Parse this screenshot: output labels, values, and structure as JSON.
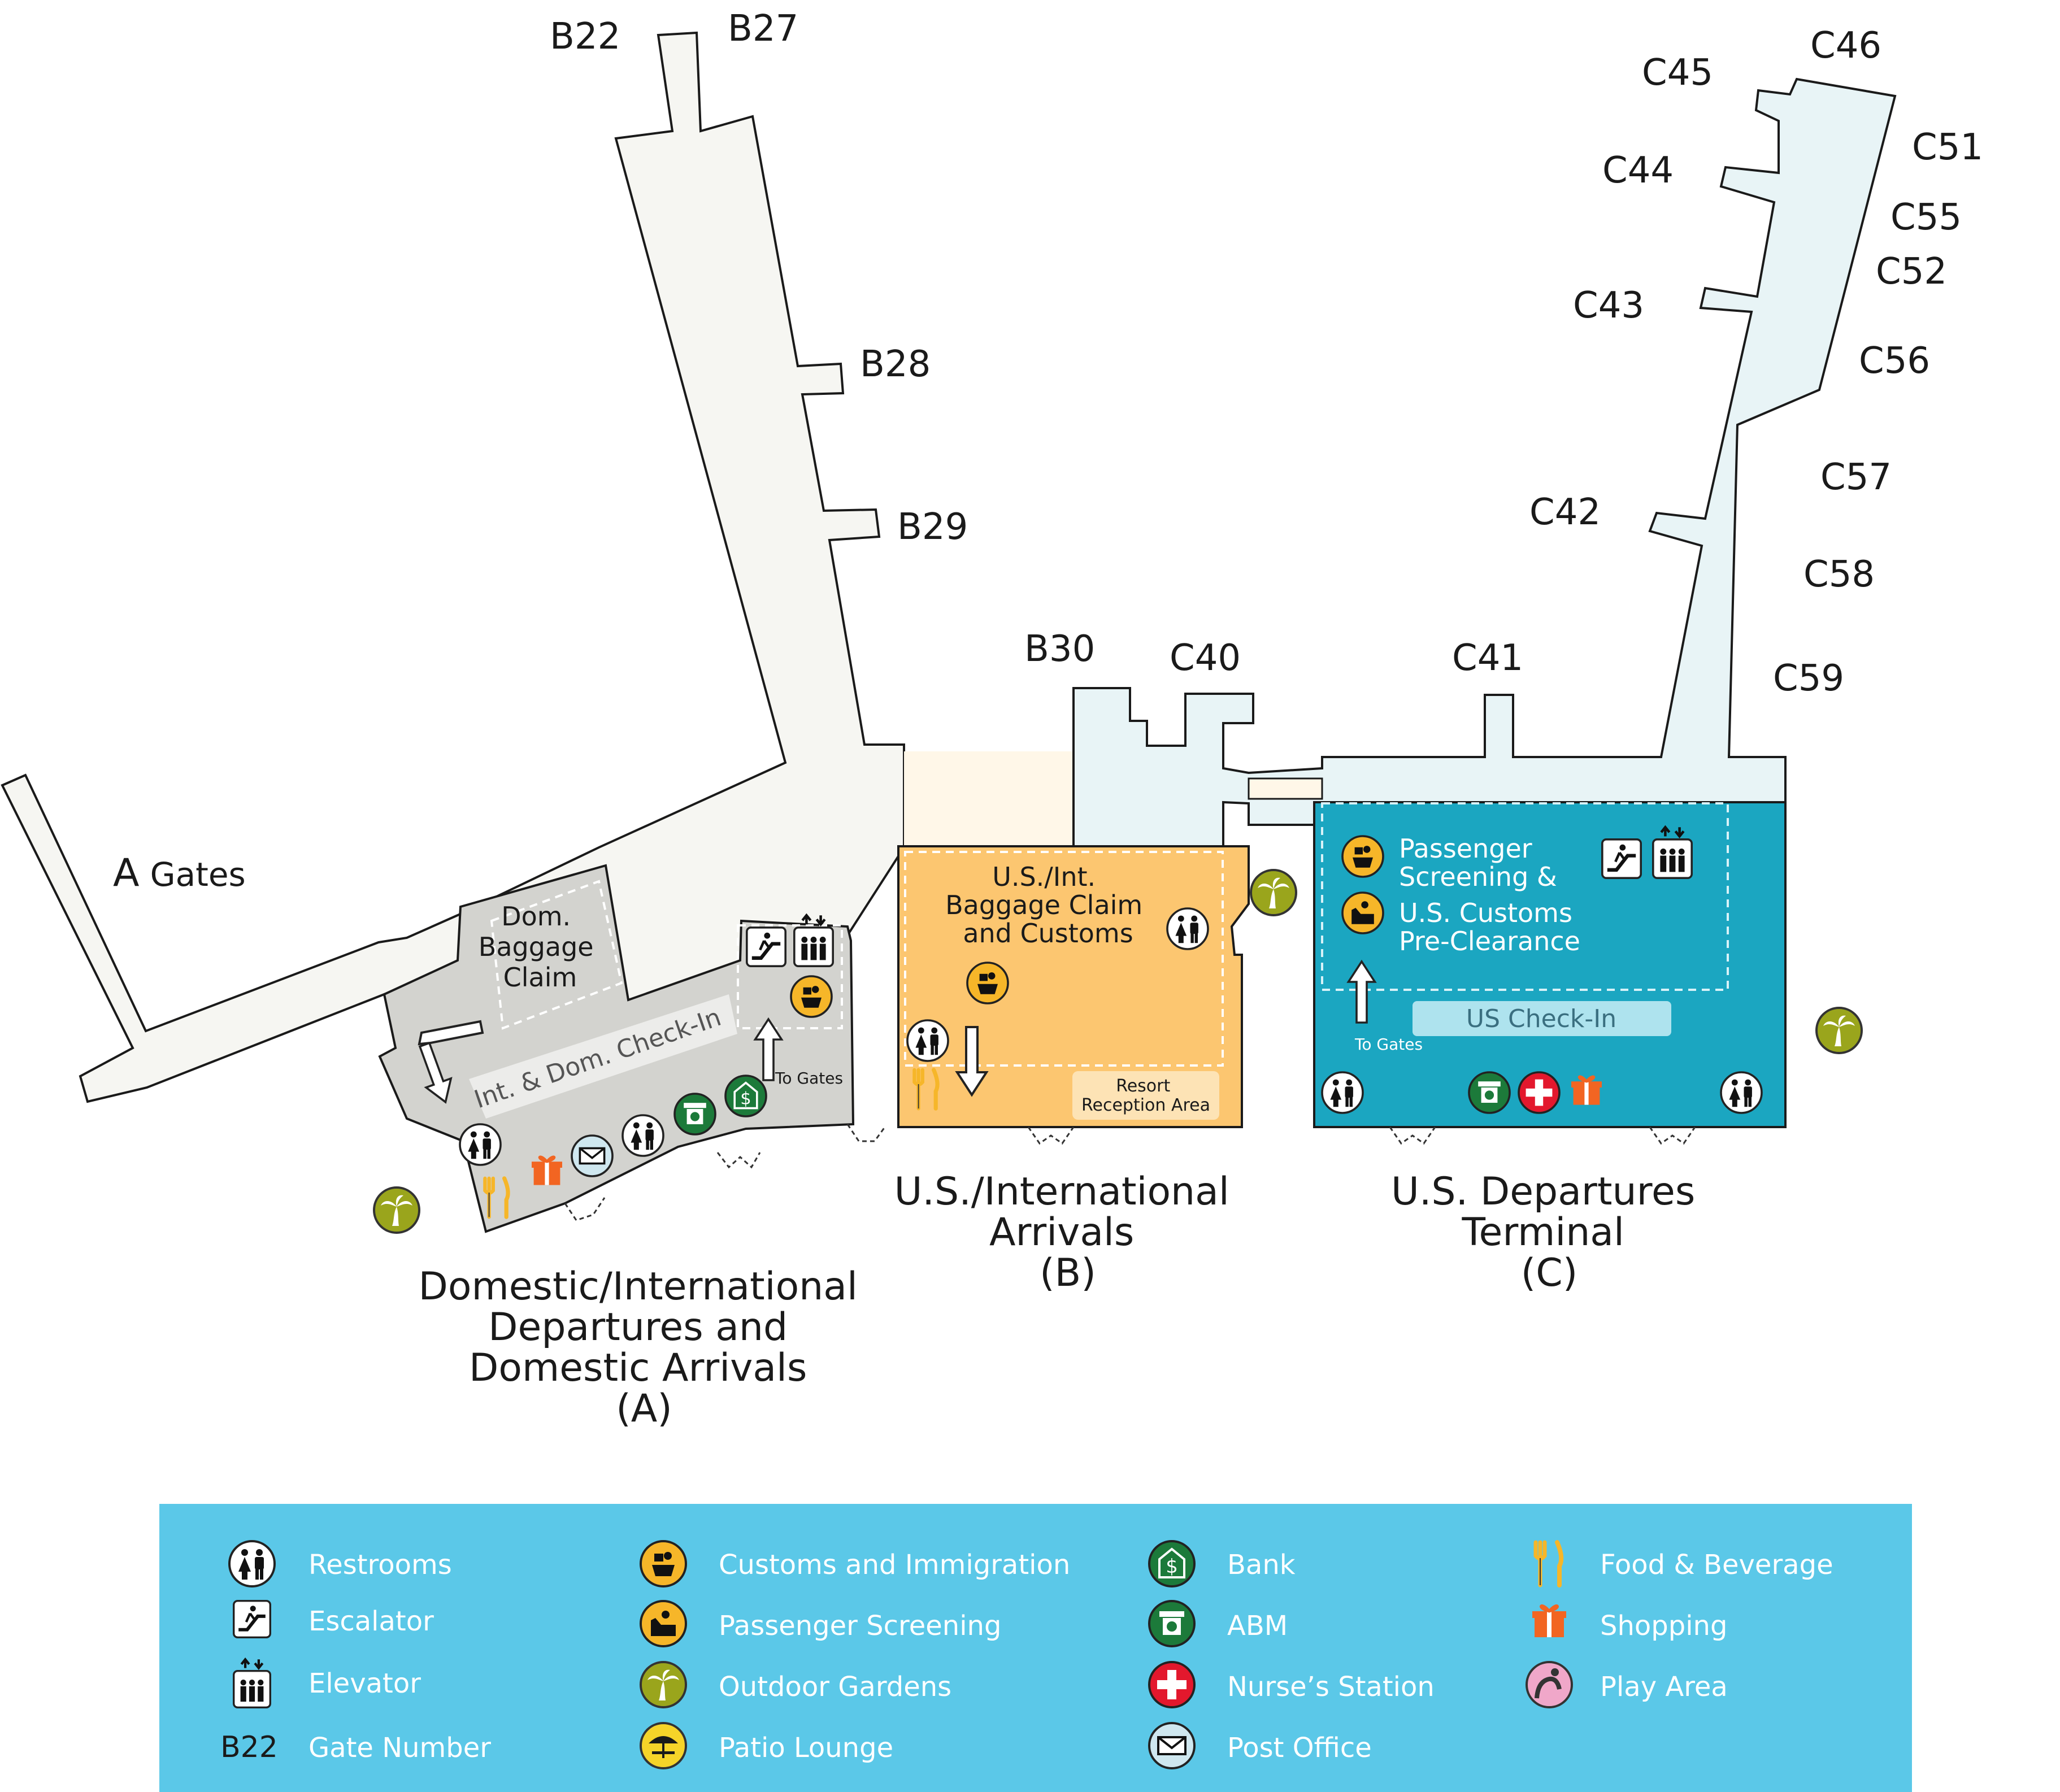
{
  "gates": {
    "B22": "B22",
    "B27": "B27",
    "B28": "B28",
    "B29": "B29",
    "B30": "B30",
    "C40": "C40",
    "C41": "C41",
    "C42": "C42",
    "C43": "C43",
    "C44": "C44",
    "C45": "C45",
    "C46": "C46",
    "C51": "C51",
    "C55": "C55",
    "C52": "C52",
    "C56": "C56",
    "C57": "C57",
    "C58": "C58",
    "C59": "C59"
  },
  "a_gates": {
    "letter": "A",
    "word": "Gates"
  },
  "areas": {
    "dom_baggage": [
      "Dom.",
      "Baggage",
      "Claim"
    ],
    "checkin_a": "Int. & Dom. Check-In",
    "to_gates": "To Gates",
    "us_baggage": [
      "U.S./Int.",
      "Baggage Claim",
      "and Customs"
    ],
    "resort": [
      "Resort",
      "Reception Area"
    ],
    "screening": [
      "Passenger",
      "Screening &",
      "U.S. Customs",
      "Pre-Clearance"
    ],
    "us_checkin": "US Check-In"
  },
  "terminals": {
    "a": [
      "Domestic/International",
      "Departures and",
      "Domestic Arrivals",
      "(A)"
    ],
    "b": [
      "U.S./International",
      "Arrivals",
      "(B)"
    ],
    "c": [
      "U.S. Departures",
      "Terminal",
      "(C)"
    ]
  },
  "legend": {
    "restrooms": "Restrooms",
    "escalator": "Escalator",
    "elevator": "Elevator",
    "gate_number": "Gate Number",
    "gate_sample": "B22",
    "customs": "Customs and Immigration",
    "screening": "Passenger Screening",
    "gardens": "Outdoor Gardens",
    "patio": "Patio Lounge",
    "bank": "Bank",
    "abm": "ABM",
    "nurse": "Nurse’s Station",
    "post": "Post Office",
    "food": "Food & Beverage",
    "shopping": "Shopping",
    "play": "Play Area"
  },
  "colors": {
    "concourse_b": "#f6f6f2",
    "concourse_c": "#e8f4f6",
    "terminal_a": "#d3d3cf",
    "terminal_b": "#fcc670",
    "terminal_c": "#1ba6c1",
    "legend_bg": "#5bc8e8",
    "customs_icon": "#f6b629",
    "garden_icon": "#9aa51c",
    "bank_icon": "#1c7a3a",
    "nurse_icon": "#e3182d"
  }
}
